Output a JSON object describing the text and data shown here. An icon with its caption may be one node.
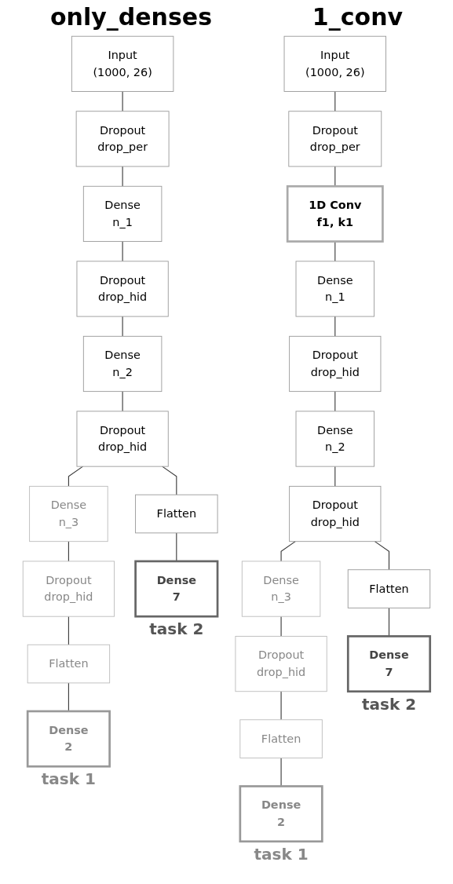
{
  "diagram": {
    "nodes": [
      {
        "text": [
          "Input",
          "(1000, 26)"
        ]
      },
      {
        "text": [
          "Dropout",
          "drop_per"
        ]
      },
      {
        "text": [
          "Dense",
          "n_1"
        ]
      },
      {
        "text": [
          "Dropout",
          "drop_hid"
        ]
      },
      {
        "text": [
          "Dense",
          "n_2"
        ]
      },
      {
        "text": [
          "Dropout",
          "drop_hid"
        ]
      },
      {
        "text": [
          "Dense",
          "n_3"
        ]
      },
      {
        "text": [
          "Dropout",
          "drop_hid"
        ]
      },
      {
        "text": [
          "Flatten"
        ]
      },
      {
        "text": [
          "Dense",
          "2"
        ],
        "beside": [
          "task 1"
        ]
      },
      {
        "text": [
          "Flatten"
        ]
      },
      {
        "text": [
          "Dense",
          "7"
        ],
        "beside": [
          "task 2"
        ]
      },
      {
        "text": [
          "Input",
          "(1000, 26)"
        ]
      },
      {
        "text": [
          "Dropout",
          "drop_per"
        ]
      },
      {
        "text": [
          "1D Conv",
          "f1, k1"
        ]
      },
      {
        "text": [
          "Dense",
          "n_1"
        ]
      },
      {
        "text": [
          "Dropout",
          "drop_hid"
        ]
      },
      {
        "text": [
          "Dense",
          "n_2"
        ]
      },
      {
        "text": [
          "Dropout",
          "drop_hid"
        ]
      },
      {
        "text": [
          "Dense",
          "n_3"
        ]
      },
      {
        "text": [
          "Dropout",
          "drop_hid"
        ]
      },
      {
        "text": [
          "Flatten"
        ]
      },
      {
        "text": [
          "Dense",
          "2"
        ],
        "beside": [
          "task 1"
        ]
      },
      {
        "text": [
          "Flatten"
        ]
      },
      {
        "text": [
          "Dense",
          "7"
        ],
        "beside": [
          "task 2"
        ]
      }
    ],
    "edges": [
      {
        "from": 0,
        "to": 1,
        "arrow": "none"
      },
      {
        "from": 1,
        "to": 2,
        "arrow": "none"
      },
      {
        "from": 2,
        "to": 3,
        "arrow": "none"
      },
      {
        "from": 3,
        "to": 4,
        "arrow": "none"
      },
      {
        "from": 4,
        "to": 5,
        "arrow": "none"
      },
      {
        "from": 5,
        "to": 6,
        "arrow": "none"
      },
      {
        "from": 5,
        "to": 10,
        "arrow": "none"
      },
      {
        "from": 6,
        "to": 7,
        "arrow": "none"
      },
      {
        "from": 7,
        "to": 8,
        "arrow": "none"
      },
      {
        "from": 8,
        "to": 9,
        "arrow": "none"
      },
      {
        "from": 10,
        "to": 11,
        "arrow": "none"
      },
      {
        "from": 12,
        "to": 13,
        "arrow": "none"
      },
      {
        "from": 13,
        "to": 14,
        "arrow": "none"
      },
      {
        "from": 14,
        "to": 15,
        "arrow": "none"
      },
      {
        "from": 15,
        "to": 16,
        "arrow": "none"
      },
      {
        "from": 16,
        "to": 17,
        "arrow": "none"
      },
      {
        "from": 17,
        "to": 18,
        "arrow": "none"
      },
      {
        "from": 18,
        "to": 19,
        "arrow": "none"
      },
      {
        "from": 18,
        "to": 23,
        "arrow": "none"
      },
      {
        "from": 19,
        "to": 20,
        "arrow": "none"
      },
      {
        "from": 20,
        "to": 21,
        "arrow": "none"
      },
      {
        "from": 21,
        "to": 22,
        "arrow": "none"
      },
      {
        "from": 23,
        "to": 24,
        "arrow": "none"
      }
    ],
    "labels": [
      "only_denses",
      "1_conv"
    ]
  }
}
